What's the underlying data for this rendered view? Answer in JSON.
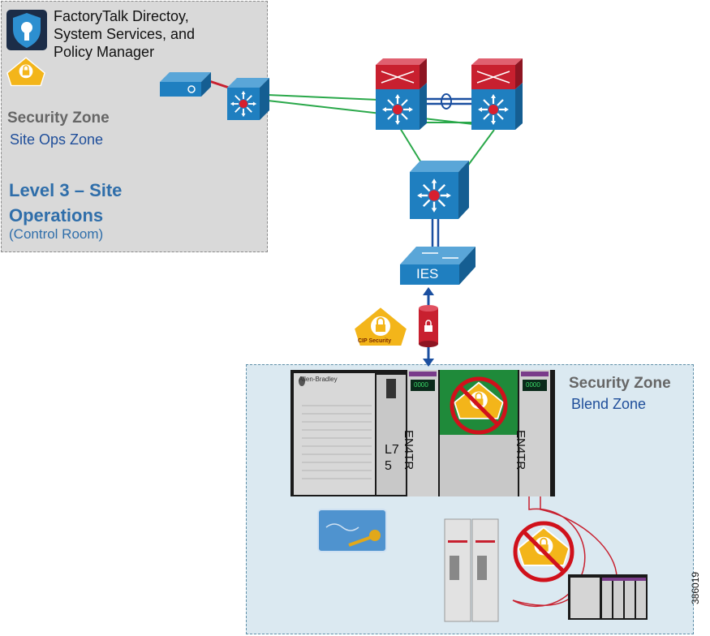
{
  "top_zone": {
    "app_name": "FactoryTalk Directoy, System Services, and Policy Manager",
    "security_zone_title": "Security Zone",
    "zone_name": "Site Ops Zone",
    "level_title": "Level 3 – Site Operations",
    "level_sub": "(Control Room)"
  },
  "switch": {
    "label": "IES"
  },
  "cip_badge": {
    "label": "CIP Security"
  },
  "bottom_zone": {
    "security_zone_title": "Security Zone",
    "zone_name": "Blend Zone"
  },
  "chassis": {
    "brand": "Allen-Bradley",
    "controller_label": "L7\n5",
    "module_left_label": "EN4TR",
    "module_right_label": "EN4TR",
    "module_display": "0000"
  },
  "figure_id": "386019",
  "colors": {
    "switch_blue": "#1f7fc0",
    "router_red": "#c8202f",
    "link_green": "#2aa84a",
    "link_blue": "#1a4fa0",
    "cip_yellow": "#f3b51a",
    "prohibit_red": "#d0111b"
  }
}
